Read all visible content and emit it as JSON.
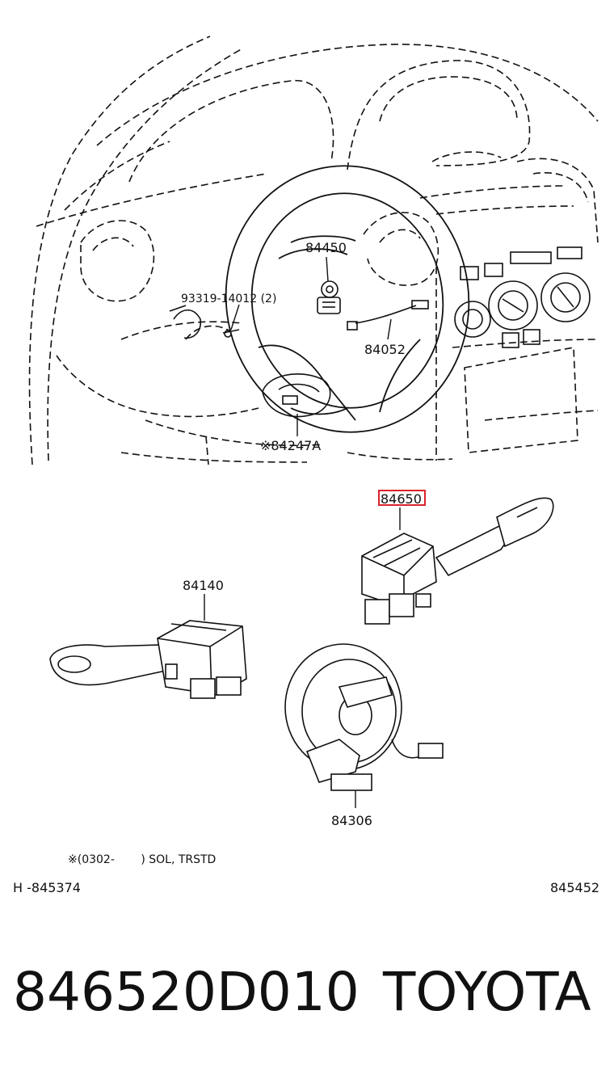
{
  "labels": {
    "p84450": "84450",
    "p93319": "93319-14012 (2)",
    "p84052": "84052",
    "p84247": "※84247A",
    "p84650": "84650",
    "p84140": "84140",
    "p84306": "84306"
  },
  "notes": {
    "applicability": "※(0302-　　 ) SOL, TRSTD",
    "left_code": "H -845374",
    "right_code": "845452"
  },
  "footer": {
    "part_number": "846520D010",
    "brand": "TOYOTA"
  },
  "colors": {
    "highlight": "#d9232d",
    "ink": "#111111"
  }
}
